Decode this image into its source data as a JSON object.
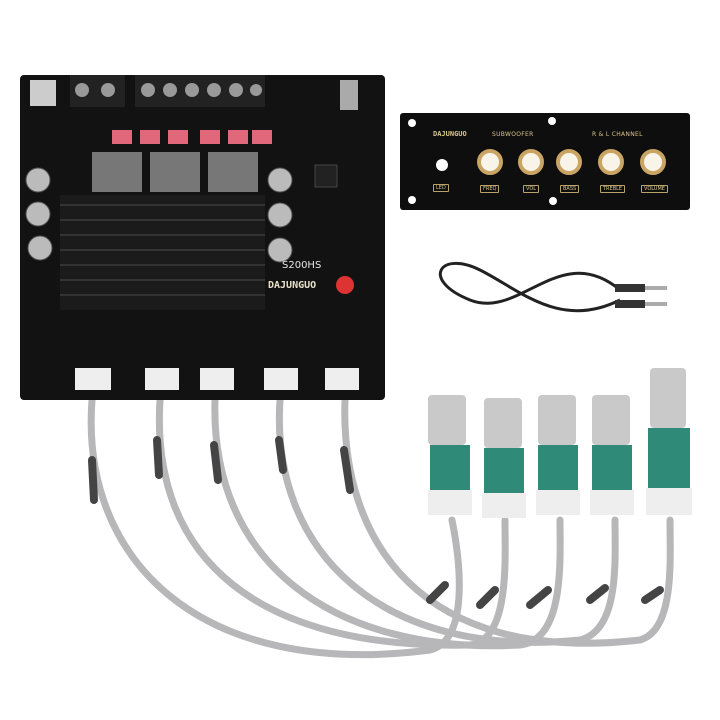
{
  "board": {
    "model": "S200HS",
    "brand": "DAJUNGUO"
  },
  "panel": {
    "brand": "DAJUNGUO",
    "group_subwoofer": "SUBWOOFER",
    "group_rl": "R & L CHANNEL",
    "led_label": "LED",
    "knobs": [
      "FREQ",
      "VOL",
      "BASS",
      "TREBLE",
      "VOLUME"
    ]
  },
  "colors": {
    "pcb": "#111111",
    "gold": "#c9a463",
    "cable": "#b9b9bb",
    "pot_green": "#2f8a78"
  }
}
